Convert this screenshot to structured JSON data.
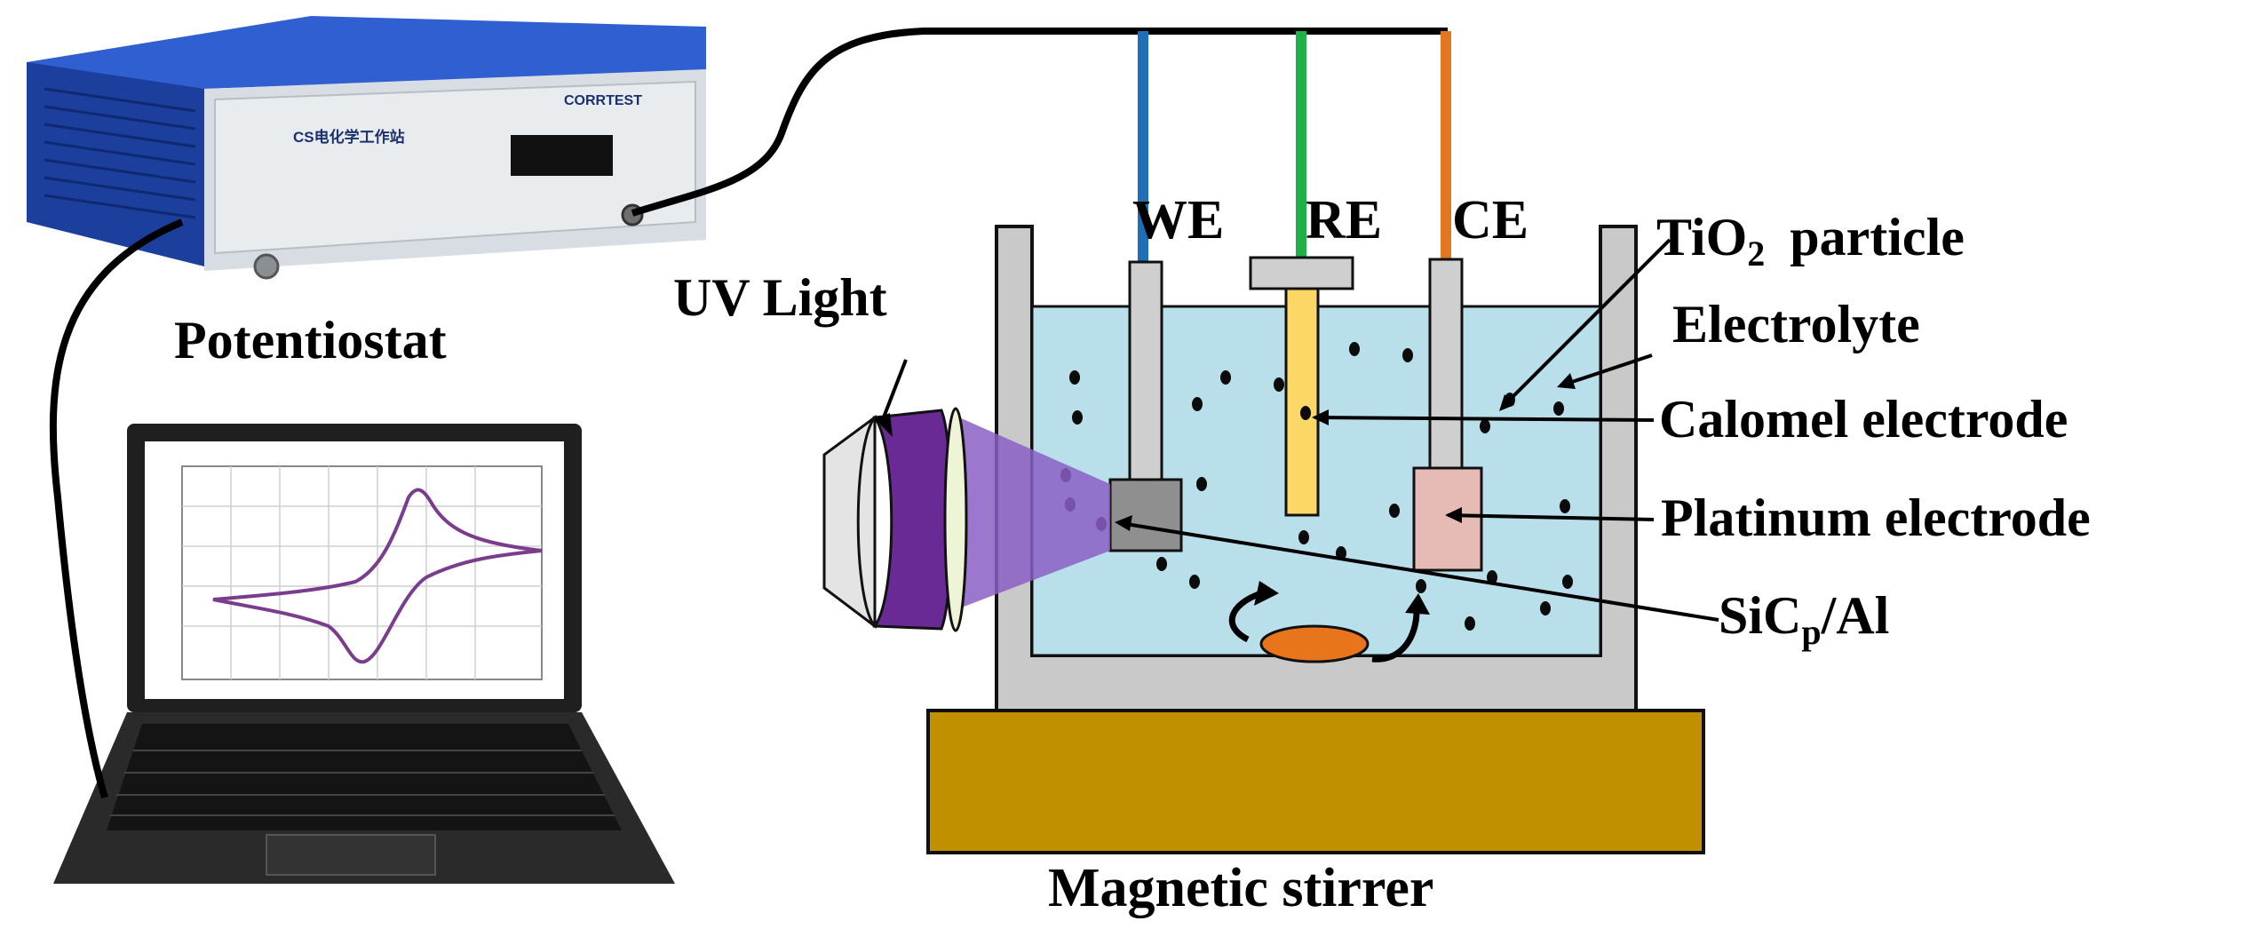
{
  "labels": {
    "potentiostat": "Potentiostat",
    "uv_light": "UV Light",
    "we": "WE",
    "re": "RE",
    "ce": "CE",
    "tio2_main": "TiO",
    "tio2_sub": "2",
    "tio2_rest": "particle",
    "electrolyte": "Electrolyte",
    "calomel": "Calomel electrode",
    "platinum": "Platinum electrode",
    "sic_main": "SiC",
    "sic_sub": "p",
    "sic_rest": "/Al",
    "stirrer": "Magnetic stirrer"
  },
  "device": {
    "brand": "CORRTEST",
    "model_label": "CS电化学工作站"
  },
  "colors": {
    "we_wire": "#1f6fb8",
    "re_wire": "#1fb04a",
    "ce_wire": "#e07820",
    "electrolyte": "#b9dfea",
    "calomel_electrode": "#fbd865",
    "platinum_electrode": "#e6bab5",
    "uv_lamp": "#6a2a96",
    "uv_beam": "#8a60c6",
    "stir_bar": "#e8741c",
    "stirrer_base": "#c19000",
    "potentiostat_body": "#1c45a8",
    "cv_curve": "#7a3c8c"
  },
  "icons": [
    "potentiostat-icon",
    "laptop-icon",
    "uv-lamp-icon",
    "stir-bar-icon"
  ]
}
